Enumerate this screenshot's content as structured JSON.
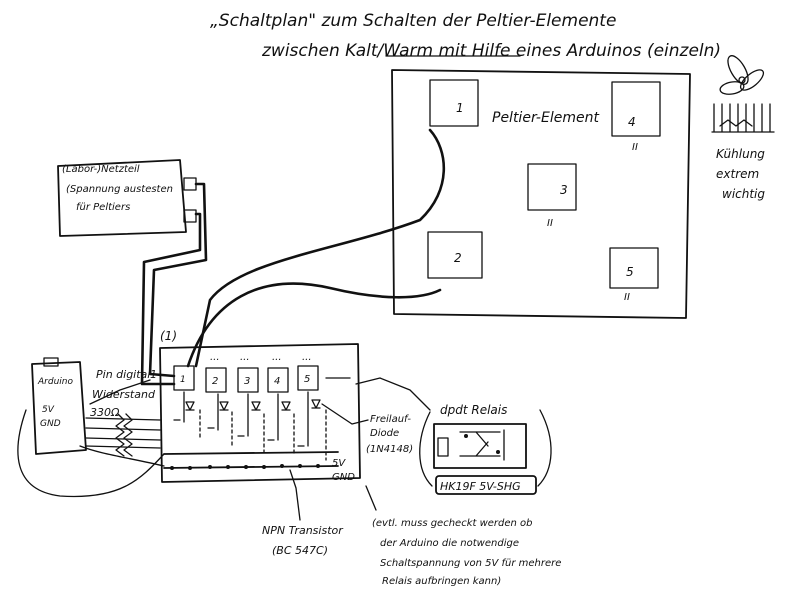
{
  "title": {
    "line1": "„Schaltplan\" zum Schalten der Peltier-Elemente",
    "line2": "zwischen Kalt/Warm mit Hilfe eines Arduinos (einzeln)"
  },
  "peltier_board": {
    "label": "Peltier-Element",
    "elements": [
      {
        "number": "1",
        "marks": ""
      },
      {
        "number": "2",
        "marks": ""
      },
      {
        "number": "3",
        "marks": "II"
      },
      {
        "number": "4",
        "marks": "II"
      },
      {
        "number": "5",
        "marks": "II"
      }
    ]
  },
  "cooling": {
    "line1": "Kühlung",
    "line2": "extrem",
    "line3": "wichtig"
  },
  "power_supply": {
    "line1": "(Labor-)Netzteil",
    "line2": "(Spannung austesten",
    "line3": "für Peltiers"
  },
  "arduino": {
    "name": "Arduino",
    "pin_5v": "5V",
    "pin_gnd": "GND"
  },
  "pin_digital": {
    "line1": "Pin digital",
    "line2": "1"
  },
  "resistor": {
    "line1": "Widerstand",
    "line2": "330Ω"
  },
  "relay_connection_label": "(1)",
  "relays": [
    "1",
    "2",
    "3",
    "4",
    "5"
  ],
  "relay_dots": "...",
  "rail_5v": "5V",
  "rail_gnd": "GND",
  "freilauf": {
    "line1": "Freilauf-",
    "line2": "Diode",
    "line3": "(1N4148)"
  },
  "dpdt": {
    "title": "dpdt Relais",
    "part": "HK19F 5V-SHG"
  },
  "transistor": {
    "line1": "NPN Transistor",
    "line2": "(BC 547C)"
  },
  "note": {
    "line1": "(evtl. muss gecheckt werden ob",
    "line2": "der Arduino die notwendige",
    "line3": "Schaltspannung von 5V für mehrere",
    "line4": "Relais aufbringen kann)"
  }
}
